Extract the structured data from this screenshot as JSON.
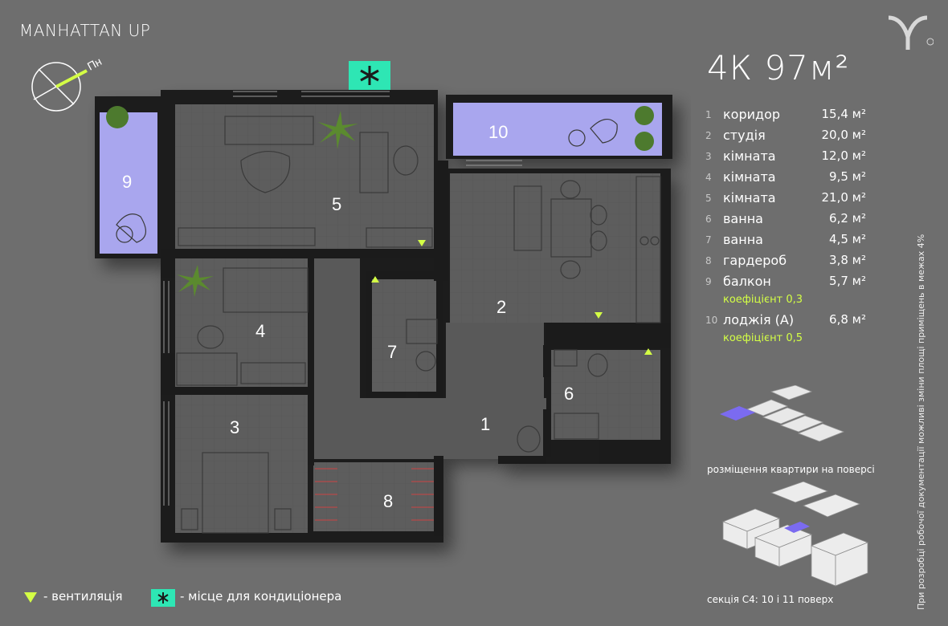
{
  "brand": "MANHATTAN UP",
  "title": "4К 97м²",
  "rooms": [
    {
      "num": "1",
      "name": "коридор",
      "area": "15,4 м²"
    },
    {
      "num": "2",
      "name": "студія",
      "area": "20,0 м²"
    },
    {
      "num": "3",
      "name": "кімната",
      "area": "12,0 м²"
    },
    {
      "num": "4",
      "name": "кімната",
      "area": "9,5 м²"
    },
    {
      "num": "5",
      "name": "кімната",
      "area": "21,0 м²"
    },
    {
      "num": "6",
      "name": "ванна",
      "area": "6,2 м²"
    },
    {
      "num": "7",
      "name": "ванна",
      "area": "4,5 м²"
    },
    {
      "num": "8",
      "name": "гардероб",
      "area": "3,8 м²"
    },
    {
      "num": "9",
      "name": "балкон",
      "area": "5,7 м²",
      "coef": "коефіцієнт 0,3"
    },
    {
      "num": "10",
      "name": "лоджія (А)",
      "area": "6,8 м²",
      "coef": "коефіцієнт 0,5"
    }
  ],
  "compass_label": "Пн",
  "plan_labels": {
    "r1": "1",
    "r2": "2",
    "r3": "3",
    "r4": "4",
    "r5": "5",
    "r6": "6",
    "r7": "7",
    "r8": "8",
    "r9": "9",
    "r10": "10"
  },
  "legend": {
    "ventilation": "- вентиляція",
    "ac": "- місце для кондиціонера"
  },
  "captions": {
    "floor_position": "розміщення квартири на поверсі",
    "section": "секція С4: 10 і 11 поверх"
  },
  "side_note": "При розробці робочої документації можливі зміни площі приміщень в межах 4%",
  "colors": {
    "background": "#6e6e6e",
    "accent": "#d4ff45",
    "ac": "#2ee6b4",
    "balcony": "#a9a6ee",
    "wall": "#1b1b1b",
    "floor": "#5c5c5c"
  },
  "icons": [
    "logo-mark-icon",
    "compass-icon",
    "ventilation-icon",
    "ac-icon",
    "plant-icon"
  ]
}
